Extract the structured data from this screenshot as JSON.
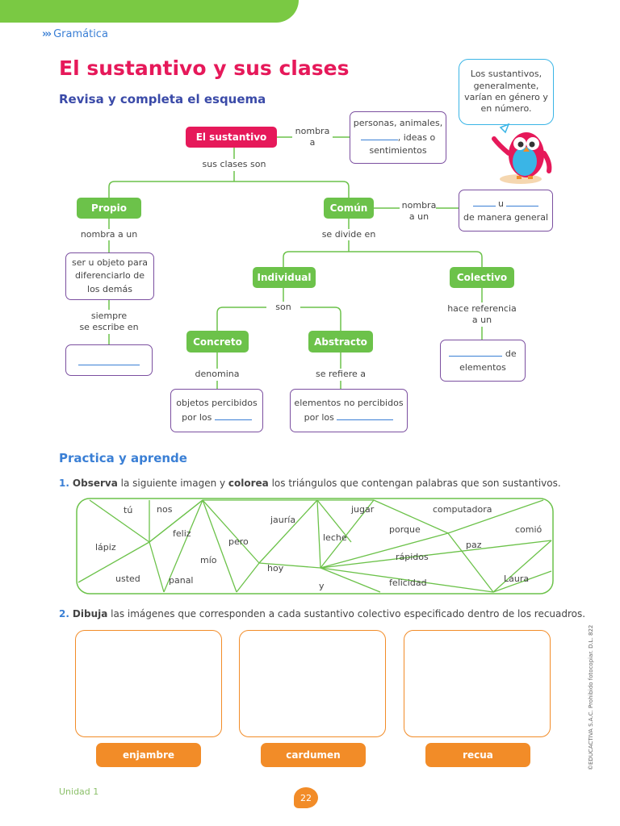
{
  "header": {
    "section": "Gramática",
    "title": "El sustantivo y sus clases",
    "subtitle": "Revisa y completa el esquema"
  },
  "bubble": {
    "text": "Los sustantivos, generalmente, varían en género y en número."
  },
  "scheme": {
    "root": "El sustantivo",
    "root_link": "nombra a",
    "root_box": {
      "line1": "personas, animales,",
      "line2_suffix": ", ideas o",
      "line3": "sentimientos"
    },
    "clases_link": "sus clases son",
    "propio": "Propio",
    "propio_link": "nombra a un",
    "propio_box": [
      "ser u objeto para",
      "diferenciarlo de",
      "los demás"
    ],
    "propio_link2": [
      "siempre",
      "se escribe en"
    ],
    "comun": "Común",
    "comun_link": [
      "nombra",
      "a un"
    ],
    "comun_box": {
      "mid": "u",
      "line2": "de manera general"
    },
    "comun_link2": "se divide en",
    "individual": "Individual",
    "individual_link": "son",
    "colectivo": "Colectivo",
    "colectivo_link": [
      "hace referencia",
      "a un"
    ],
    "colectivo_box": {
      "suffix": "de",
      "line2": "elementos"
    },
    "concreto": "Concreto",
    "concreto_link": "denomina",
    "concreto_box": {
      "line1": "objetos percibidos",
      "line2_prefix": "por los"
    },
    "abstracto": "Abstracto",
    "abstracto_link": "se refiere a",
    "abstracto_box": {
      "line1": "elementos no percibidos",
      "line2_prefix": "por los"
    }
  },
  "practice": {
    "title": "Practica y aprende",
    "q1": {
      "num": "1.",
      "bold1": "Observa",
      "text1": " la siguiente imagen y ",
      "bold2": "colorea",
      "text2": " los triángulos que contengan palabras que son sustantivos."
    },
    "words": [
      "tú",
      "nos",
      "jauría",
      "jugar",
      "computadora",
      "lápiz",
      "feliz",
      "pero",
      "leche",
      "porque",
      "comió",
      "mío",
      "hoy",
      "rápidos",
      "paz",
      "usted",
      "panal",
      "y",
      "felicidad",
      "Laura"
    ],
    "q2": {
      "num": "2.",
      "bold": "Dibuja",
      "text": " las imágenes que corresponden a cada sustantivo colectivo especificado dentro de los recuadros."
    },
    "collectives": [
      "enjambre",
      "cardumen",
      "recua"
    ]
  },
  "footer": {
    "unit": "Unidad 1",
    "page": "22",
    "copyright": "©EDUCACTIVA S.A.C. Prohibido fotocopiar. D.L. 822"
  },
  "colors": {
    "green": "#6cc24a",
    "pink": "#e6195a",
    "purple": "#7b4fa0",
    "orange": "#f28c28",
    "blue": "#3a7fd5"
  }
}
